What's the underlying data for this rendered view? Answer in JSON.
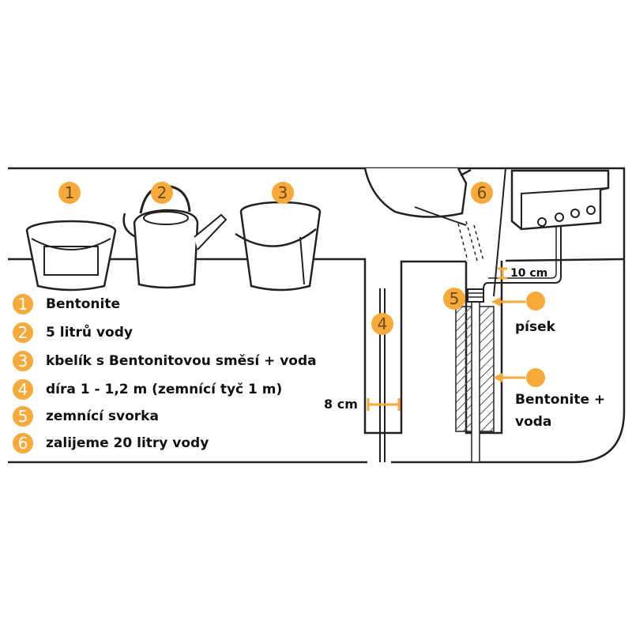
{
  "legend": [
    {
      "num": "1",
      "text": "Bentonite"
    },
    {
      "num": "2",
      "text": "5 litrů vody"
    },
    {
      "num": "3",
      "text": "kbelík s Bentonitovou směsí + voda"
    },
    {
      "num": "4",
      "text": "díra 1 - 1,2 m (zemnící tyč 1 m)"
    },
    {
      "num": "5",
      "text": "zemnící svorka"
    },
    {
      "num": "6",
      "text": "zalijeme 20 litry vody"
    }
  ],
  "markers": {
    "m1": "1",
    "m2": "2",
    "m3": "3",
    "m4": "4",
    "m5": "5",
    "m6": "6"
  },
  "labels": {
    "width_8cm": "8 cm",
    "depth_10cm": "10 cm",
    "sand": "písek",
    "bentonite_line1": "Bentonite +",
    "bentonite_line2": "voda"
  },
  "colors": {
    "accent": "#f7a93a",
    "ink": "#111111"
  }
}
